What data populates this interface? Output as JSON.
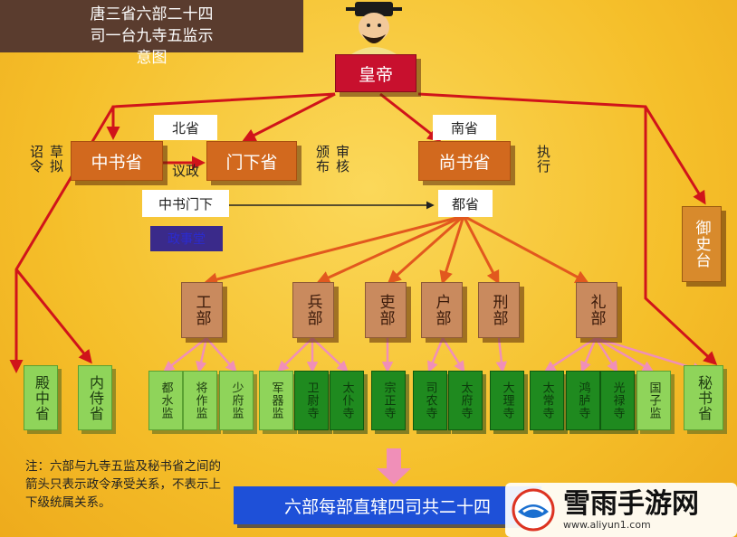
{
  "title": "唐三省六部二十四司一台九寺五监示意图",
  "emperor": "皇帝",
  "secretariat": {
    "zhongshu": "中书省",
    "menxia": "门下省",
    "shangshu": "尚书省",
    "bei_sheng": "北省",
    "nan_sheng": "南省",
    "zhongshu_menxia": "中书门下",
    "zhengshitang": "政事堂",
    "dusheng": "都省",
    "yushitai": "御史台"
  },
  "annotations": {
    "caoni": "草拟",
    "zhaoling": "诏令",
    "yizheng": "议政",
    "shenhe": "审核",
    "banbu": "颁布",
    "zhixing": "执行"
  },
  "ministries": [
    "工部",
    "兵部",
    "吏部",
    "户部",
    "刑部",
    "礼部"
  ],
  "offices": [
    {
      "label": "殿中省",
      "tone": "light"
    },
    {
      "label": "内侍省",
      "tone": "light"
    },
    {
      "label": "都水监",
      "tone": "light"
    },
    {
      "label": "将作监",
      "tone": "light"
    },
    {
      "label": "少府监",
      "tone": "light"
    },
    {
      "label": "军器监",
      "tone": "light"
    },
    {
      "label": "卫尉寺",
      "tone": "dark"
    },
    {
      "label": "太仆寺",
      "tone": "dark"
    },
    {
      "label": "宗正寺",
      "tone": "dark"
    },
    {
      "label": "司农寺",
      "tone": "dark"
    },
    {
      "label": "太府寺",
      "tone": "dark"
    },
    {
      "label": "大理寺",
      "tone": "dark"
    },
    {
      "label": "太常寺",
      "tone": "dark"
    },
    {
      "label": "鸿胪寺",
      "tone": "dark"
    },
    {
      "label": "光禄寺",
      "tone": "dark"
    },
    {
      "label": "国子监",
      "tone": "light"
    },
    {
      "label": "秘书省",
      "tone": "light"
    }
  ],
  "note": "注：六部与九寺五监及秘书省之间的箭头只表示政令承受关系，不表示上下级统属关系。",
  "banner": "六部每部直辖四司共二十四",
  "watermark": {
    "name": "雪雨手游网",
    "url": "www.aliyun1.com"
  },
  "colors": {
    "background": "#f6c02e",
    "emperor": "#c8102e",
    "sheng": "#d2691e",
    "ministry": "#c98a5e",
    "office_light": "#8fd45a",
    "office_dark": "#1f8a1f",
    "banner": "#1e50d8",
    "arrow_red": "#d0141a",
    "arrow_pink": "#f08fb8"
  }
}
